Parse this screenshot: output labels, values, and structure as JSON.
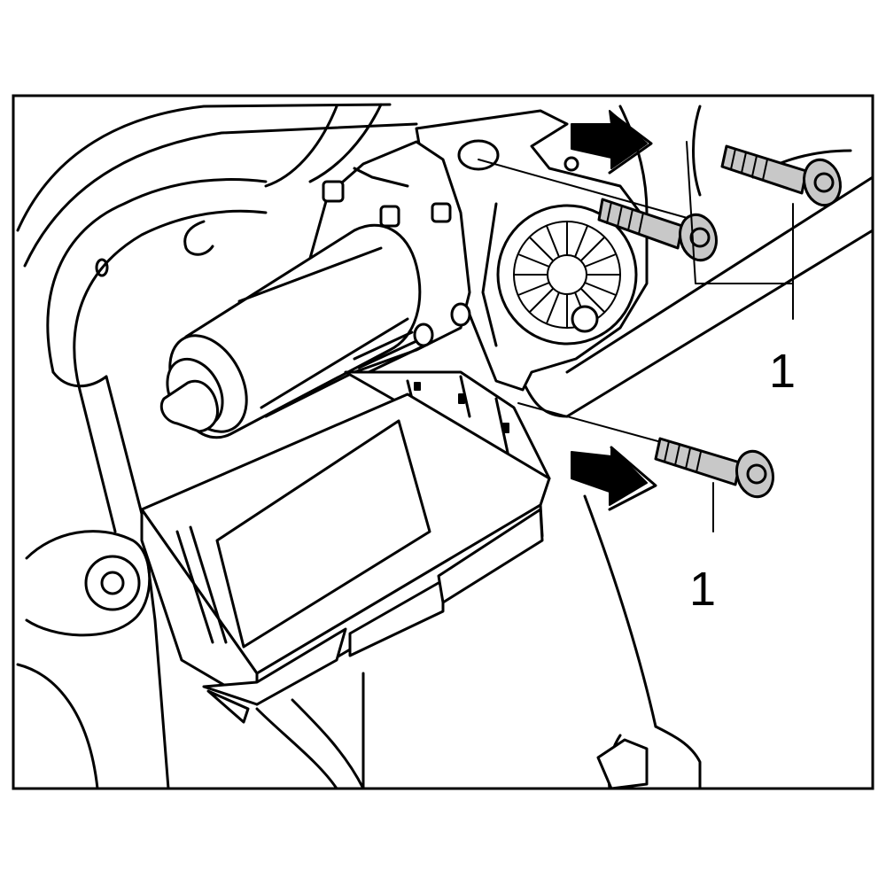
{
  "figure": {
    "callouts": [
      {
        "id": "top",
        "label": "1"
      },
      {
        "id": "bottom",
        "label": "1"
      }
    ],
    "icons": [
      "arrow-right-icon",
      "bolt-icon",
      "motor-icon",
      "control-module-icon",
      "gear-housing-icon"
    ]
  }
}
